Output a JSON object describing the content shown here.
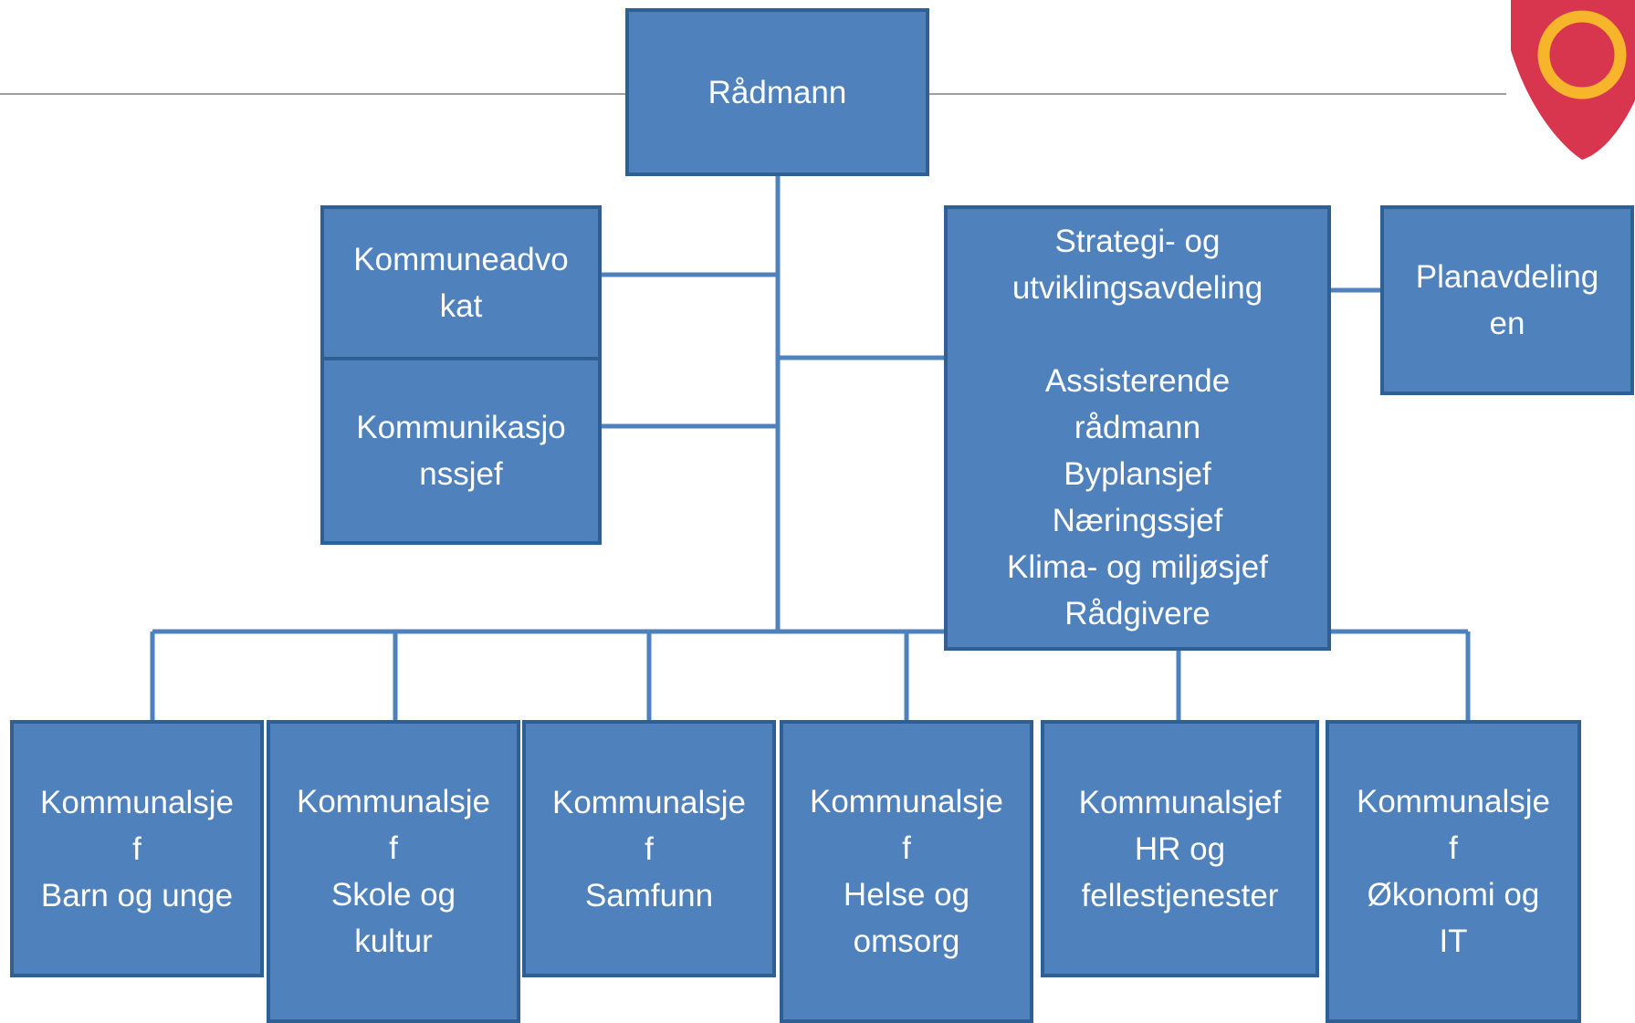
{
  "colors": {
    "box_fill": "#4f81bd",
    "box_border": "#2f5f93",
    "connector": "#4f81bd",
    "text": "#ffffff",
    "divider": "#7f7f7f",
    "logo_shield": "#d8354e",
    "logo_ring": "#f7b52c"
  },
  "logo": {
    "icon": "municipal-shield-logo"
  },
  "org_chart": {
    "top": {
      "lines": [
        "Rådmann"
      ]
    },
    "staff_left": [
      {
        "lines": [
          "Kommuneadvo",
          "kat"
        ]
      },
      {
        "lines": [
          "Kommunikasjo",
          "nssjef"
        ]
      }
    ],
    "staff_right": {
      "heading_lines": [
        "Strategi- og",
        "utviklingsavdeling"
      ],
      "role_lines": [
        "Assisterende",
        "rådmann",
        "Byplansjef",
        "Næringssjef",
        "Klima- og miljøsjef",
        "Rådgivere"
      ]
    },
    "side_unit": {
      "lines": [
        "Planavdeling",
        "en"
      ]
    },
    "departments": [
      {
        "lines": [
          "Kommunalsje",
          "f",
          "Barn og unge"
        ]
      },
      {
        "lines": [
          "Kommunalsje",
          "f",
          "Skole og",
          "kultur"
        ]
      },
      {
        "lines": [
          "Kommunalsje",
          "f",
          "Samfunn"
        ]
      },
      {
        "lines": [
          "Kommunalsje",
          "f",
          "Helse og",
          "omsorg"
        ]
      },
      {
        "lines": [
          "Kommunalsjef",
          "HR og",
          "fellestjenester"
        ]
      },
      {
        "lines": [
          "Kommunalsje",
          "f",
          "Økonomi og",
          "IT"
        ]
      }
    ]
  }
}
